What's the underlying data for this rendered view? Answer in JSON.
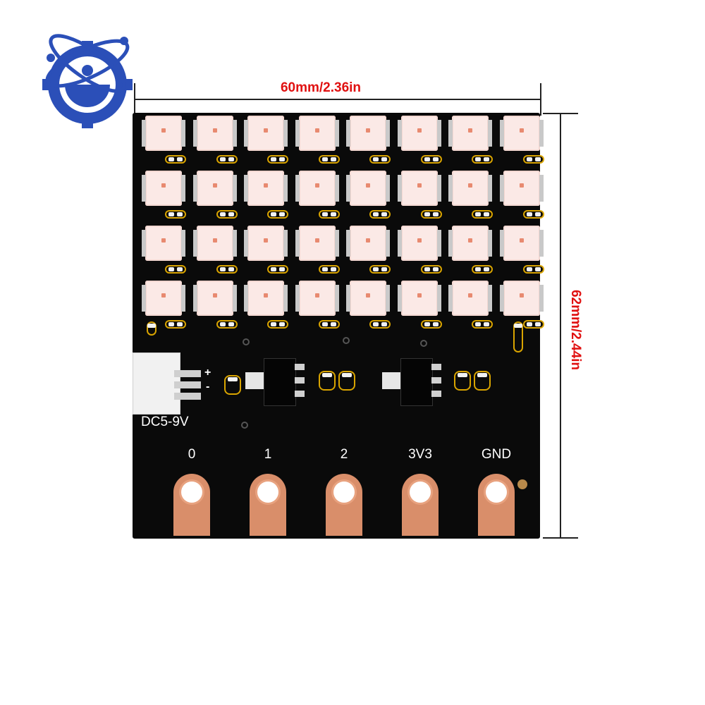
{
  "dimensions": {
    "width_label": "60mm/2.36in",
    "height_label": "62mm/2.44in"
  },
  "board": {
    "led_matrix": {
      "rows": 4,
      "cols": 8
    },
    "power_label": "DC5-9V",
    "plus_sign": "+",
    "minus_sign": "-",
    "pins": [
      {
        "label": "0"
      },
      {
        "label": "1"
      },
      {
        "label": "2"
      },
      {
        "label": "3V3"
      },
      {
        "label": "GND"
      }
    ]
  },
  "colors": {
    "label_red": "#e01010",
    "board_black": "#0a0a0a",
    "copper": "#d98e6a",
    "pad_gold": "#d9a400"
  }
}
